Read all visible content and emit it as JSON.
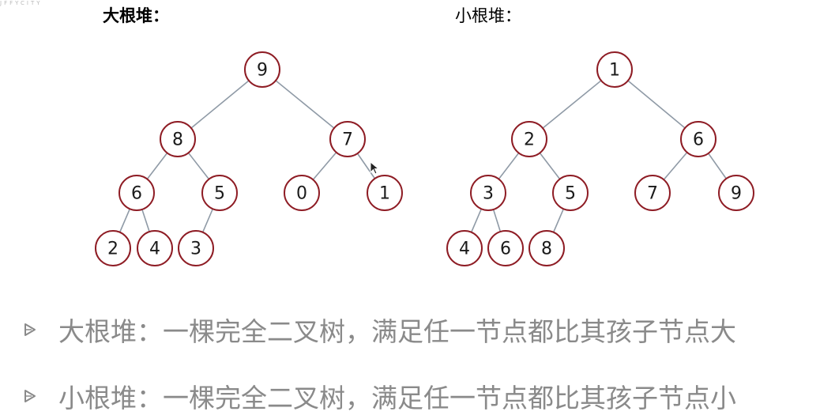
{
  "watermark": "JFFYCITY",
  "titles": {
    "max_heap": "大根堆：",
    "min_heap": "小根堆："
  },
  "max_heap": {
    "nodes": [
      {
        "id": "m0",
        "value": "9"
      },
      {
        "id": "m1",
        "value": "8"
      },
      {
        "id": "m2",
        "value": "7"
      },
      {
        "id": "m3",
        "value": "6"
      },
      {
        "id": "m4",
        "value": "5"
      },
      {
        "id": "m5",
        "value": "0"
      },
      {
        "id": "m6",
        "value": "1"
      },
      {
        "id": "m7",
        "value": "2"
      },
      {
        "id": "m8",
        "value": "4"
      },
      {
        "id": "m9",
        "value": "3"
      }
    ],
    "edges": [
      [
        "m0",
        "m1"
      ],
      [
        "m0",
        "m2"
      ],
      [
        "m1",
        "m3"
      ],
      [
        "m1",
        "m4"
      ],
      [
        "m2",
        "m5"
      ],
      [
        "m2",
        "m6"
      ],
      [
        "m3",
        "m7"
      ],
      [
        "m3",
        "m8"
      ],
      [
        "m4",
        "m9"
      ]
    ]
  },
  "min_heap": {
    "nodes": [
      {
        "id": "n0",
        "value": "1"
      },
      {
        "id": "n1",
        "value": "2"
      },
      {
        "id": "n2",
        "value": "6"
      },
      {
        "id": "n3",
        "value": "3"
      },
      {
        "id": "n4",
        "value": "5"
      },
      {
        "id": "n5",
        "value": "7"
      },
      {
        "id": "n6",
        "value": "9"
      },
      {
        "id": "n7",
        "value": "4"
      },
      {
        "id": "n8",
        "value": "6"
      },
      {
        "id": "n9",
        "value": "8"
      }
    ],
    "edges": [
      [
        "n0",
        "n1"
      ],
      [
        "n0",
        "n2"
      ],
      [
        "n1",
        "n3"
      ],
      [
        "n1",
        "n4"
      ],
      [
        "n2",
        "n5"
      ],
      [
        "n2",
        "n6"
      ],
      [
        "n3",
        "n7"
      ],
      [
        "n3",
        "n8"
      ],
      [
        "n4",
        "n9"
      ]
    ]
  },
  "bullets": [
    {
      "icon": "play-triangle-icon",
      "text": "大根堆：一棵完全二叉树，满足任一节点都比其孩子节点大"
    },
    {
      "icon": "play-triangle-icon",
      "text": "小根堆：一棵完全二叉树，满足任一节点都比其孩子节点小"
    }
  ],
  "colors": {
    "node_stroke": "#8e1c24",
    "edge": "#8f9aa6",
    "bullet_text": "#8a8a8a"
  }
}
